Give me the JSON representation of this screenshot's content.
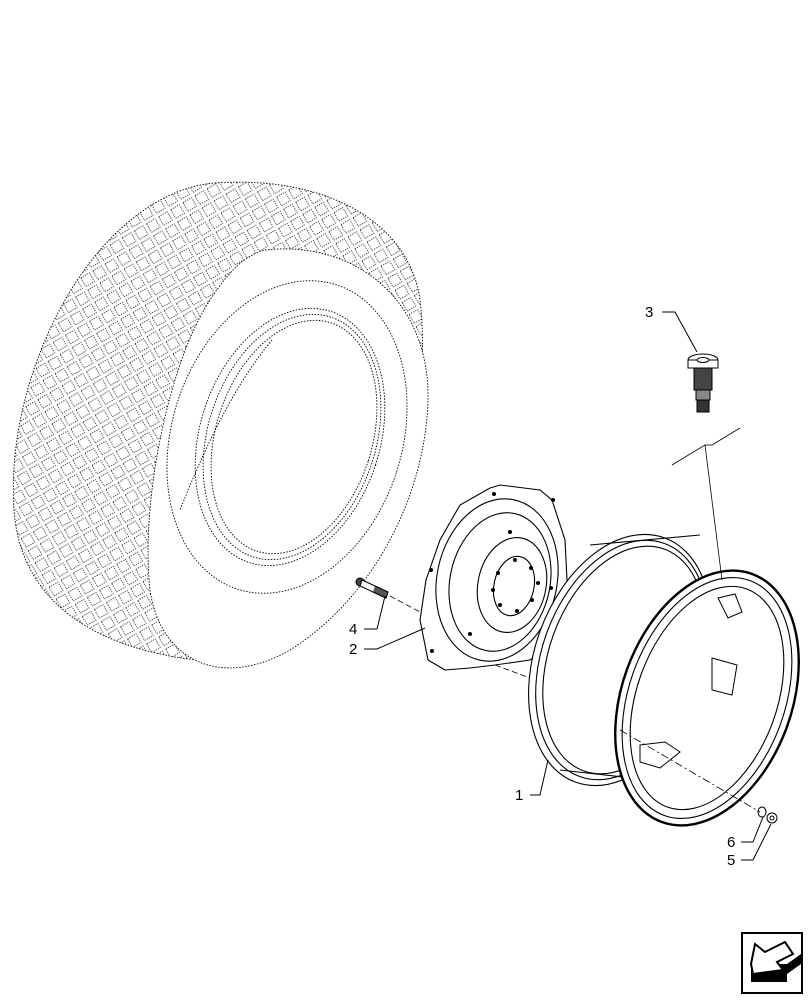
{
  "diagram": {
    "type": "exploded-parts-view",
    "subject": "wheel assembly",
    "stroke_color": "#000000",
    "background": "#ffffff",
    "callouts": [
      {
        "id": "1",
        "label": "1",
        "part": "rim"
      },
      {
        "id": "2",
        "label": "2",
        "part": "wheel-disc"
      },
      {
        "id": "3",
        "label": "3",
        "part": "valve"
      },
      {
        "id": "4",
        "label": "4",
        "part": "bolt"
      },
      {
        "id": "5",
        "label": "5",
        "part": "nut"
      },
      {
        "id": "6",
        "label": "6",
        "part": "washer"
      }
    ],
    "reference_only": {
      "part": "tire",
      "style": "dashed"
    }
  },
  "navigation": {
    "icon": "return-arrow-icon"
  }
}
